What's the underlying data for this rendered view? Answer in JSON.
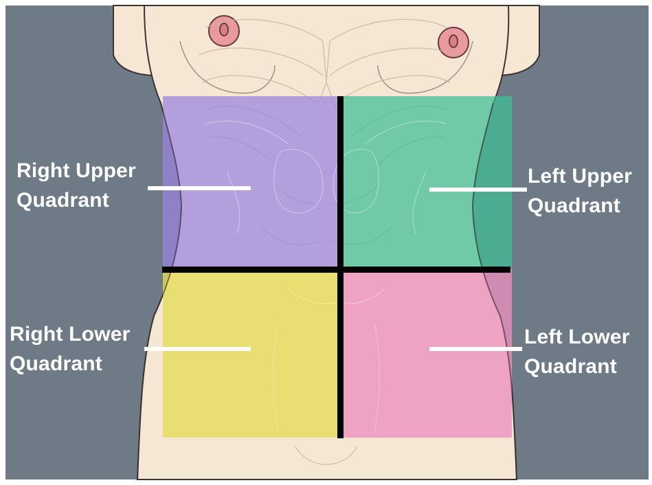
{
  "labels": {
    "right_upper": {
      "line1": "Right Upper",
      "line2": "Quadrant"
    },
    "left_upper": {
      "line1": "Left Upper",
      "line2": "Quadrant"
    },
    "right_lower": {
      "line1": "Right Lower",
      "line2": "Quadrant"
    },
    "left_lower": {
      "line1": "Left Lower",
      "line2": "Quadrant"
    }
  },
  "colors": {
    "background": "#6e7b86",
    "skin": "#f5e7d4",
    "right_upper": "#9b84e0",
    "left_upper": "#3fbf95",
    "right_lower": "#e6db55",
    "left_lower": "#ec8fbf",
    "divider": "#000000",
    "pointer_line": "#ffffff"
  }
}
